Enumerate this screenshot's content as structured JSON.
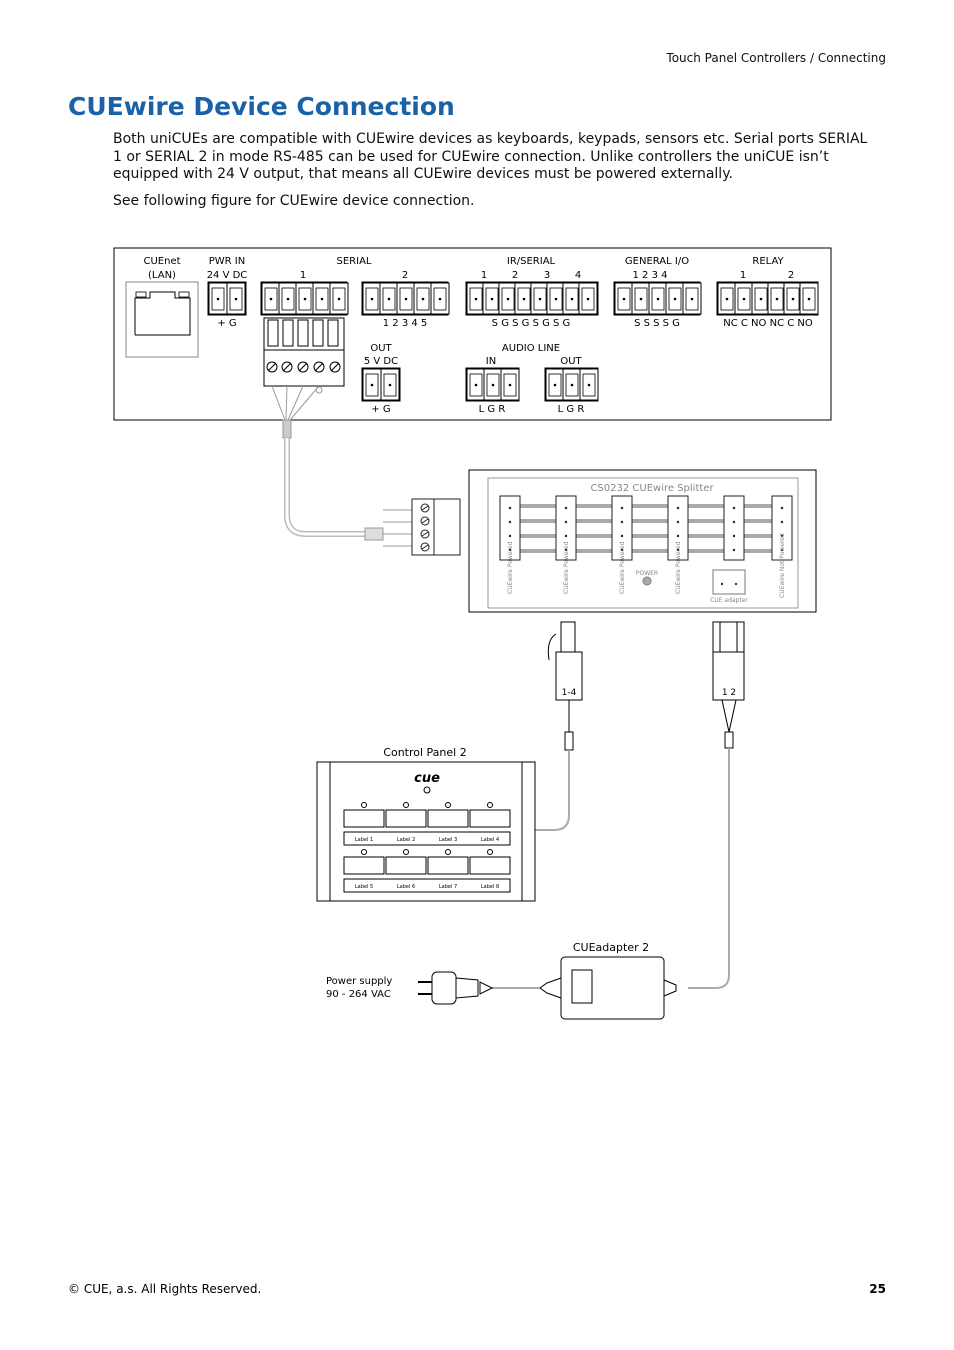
{
  "header": {
    "section": "Touch Panel Controllers / Connecting"
  },
  "title": "CUEwire Device Connection",
  "paragraphs": [
    "Both uniCUEs are compatible with CUEwire devices as keyboards, keypads, sensors etc. Serial ports SERIAL 1 or SERIAL 2  in mode RS-485 can be used for CUEwire connection. Unlike controllers the uniCUE isn’t equipped with 24 V output, that means all CUEwire devices must be powered externally.",
    "See following figure for CUEwire device connection."
  ],
  "diagram": {
    "panel": {
      "cuenet": [
        "CUEnet",
        "(LAN)"
      ],
      "pwr_in": [
        "PWR IN",
        "24 V DC"
      ],
      "pwr_pins": "+   G",
      "serial": "SERIAL",
      "serial_nums": [
        "1",
        "2"
      ],
      "serial_pins": "1   2   3   4   5",
      "ir_serial": "IR/SERIAL",
      "ir_nums": [
        "1",
        "2",
        "3",
        "4"
      ],
      "ir_pins": "S   G   S   G   S   G   S   G",
      "general_io": "GENERAL I/O",
      "gio_nums": "1   2   3   4",
      "gio_pins": "S   S   S   S   G",
      "relay": "RELAY",
      "relay_nums": [
        "1",
        "2"
      ],
      "relay_pins": "NC  C  NO NC  C  NO",
      "out": [
        "OUT",
        "5 V DC"
      ],
      "out_pins": "+   G",
      "audio_line": "AUDIO LINE",
      "audio_in": "IN",
      "audio_out": "OUT",
      "audio_pins": "L   G   R"
    },
    "splitter": {
      "title": "CS0232  CUEwire  Splitter",
      "ports": [
        "CUEwire Powered",
        "CUEwire Powered",
        "CUEwire Powered",
        "CUEwire Powered",
        "CUEwire Not Powered"
      ],
      "power": "POWER",
      "adapter": "CUE adapter"
    },
    "connector_a": "1-4",
    "connector_b": "1   2",
    "control_panel": {
      "title": "Control Panel 2",
      "logo": "cue",
      "labels_row1": [
        "Label 1",
        "Label 2",
        "Label 3",
        "Label 4"
      ],
      "labels_row2": [
        "Label 5",
        "Label 6",
        "Label 7",
        "Label 8"
      ]
    },
    "cueadapter": "CUEadapter 2",
    "power_supply": [
      "Power supply",
      "90 - 264 VAC"
    ]
  },
  "footer": {
    "copyright": "© CUE, a.s. All Rights Reserved.",
    "page": "25"
  }
}
